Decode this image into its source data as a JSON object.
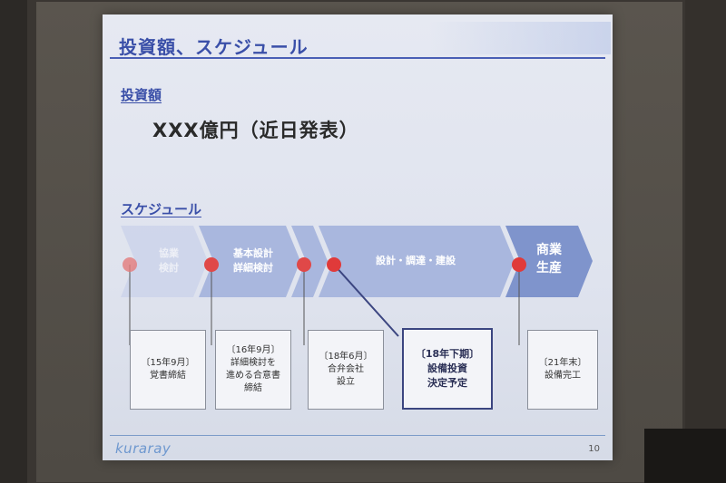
{
  "slide": {
    "title": "投資額、スケジュール",
    "investment": {
      "label": "投資額",
      "value": "XXX億円（近日発表）"
    },
    "schedule": {
      "label": "スケジュール",
      "phases": [
        {
          "label": "協業\n検討",
          "faded": true
        },
        {
          "label": "基本設計\n詳細検討",
          "faded": false
        },
        {
          "label": "",
          "faded": false
        },
        {
          "label": "設計・調達・建設",
          "faded": false
        },
        {
          "label": "商業\n生産",
          "faded": false
        }
      ],
      "milestones": [
        {
          "date": "〔15年9月〕",
          "text": "覚書締結"
        },
        {
          "date": "〔16年9月〕",
          "text": "詳細検討を\n進める合意書\n締結"
        },
        {
          "date": "〔18年6月〕",
          "text": "合弁会社\n設立"
        },
        {
          "date": "〔18年下期〕",
          "text": "設備投資\n決定予定",
          "highlight": true
        },
        {
          "date": "〔21年末〕",
          "text": "設備完工"
        }
      ]
    },
    "footer": {
      "logo": "kuraray",
      "page_number": "10"
    },
    "colors": {
      "accent": "#3a4fa8",
      "chevron": "#a8b6dc",
      "chevron_dark": "#7e93cc",
      "marker": "#e03a3a"
    }
  }
}
